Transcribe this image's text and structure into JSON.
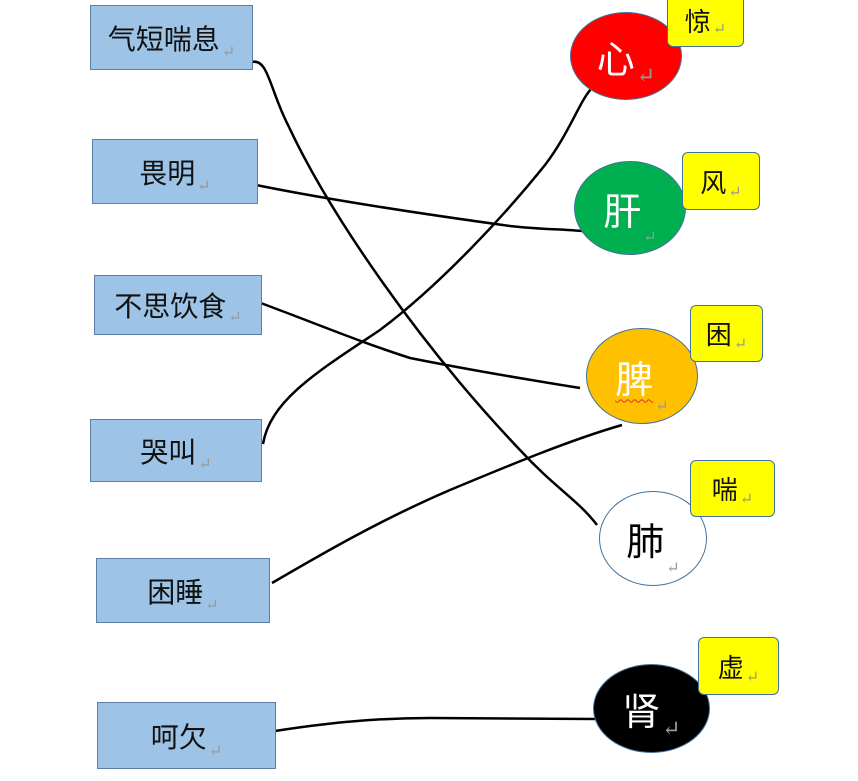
{
  "return_mark": "↵",
  "symptoms": [
    "气短喘息",
    "畏明",
    "不思饮食",
    "哭叫",
    "困睡",
    "呵欠"
  ],
  "organs": [
    {
      "label": "心",
      "fill": "#ff0000",
      "text": "#ffffff"
    },
    {
      "label": "肝",
      "fill": "#00b050",
      "text": "#ffffff"
    },
    {
      "label": "脾",
      "fill": "#ffc000",
      "text": "#ffffff"
    },
    {
      "label": "肺",
      "fill": "#ffffff",
      "text": "#000000"
    },
    {
      "label": "肾",
      "fill": "#000000",
      "text": "#ffffff"
    }
  ],
  "tags": [
    "惊",
    "风",
    "困",
    "喘",
    "虚"
  ],
  "connections": [
    {
      "symptom": "气短喘息",
      "organ": "肺"
    },
    {
      "symptom": "畏明",
      "organ": "肝"
    },
    {
      "symptom": "不思饮食",
      "organ": "脾"
    },
    {
      "symptom": "哭叫",
      "organ": "心"
    },
    {
      "symptom": "困睡",
      "organ": "脾"
    },
    {
      "symptom": "呵欠",
      "organ": "肾"
    }
  ]
}
